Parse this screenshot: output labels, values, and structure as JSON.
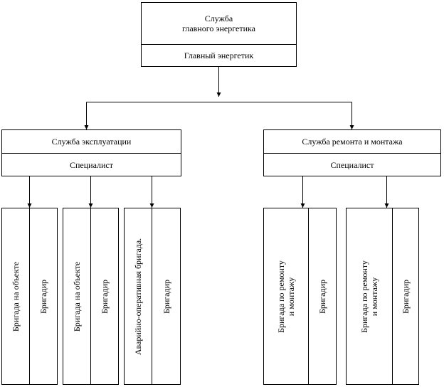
{
  "top": {
    "title": "Служба\nглавного энергетика",
    "role": "Главный энергетик"
  },
  "services": [
    {
      "title": "Служба эксплуатации",
      "role": "Специалист",
      "brigades": [
        {
          "name": "Бригада на объекте",
          "lead": "Бригадир"
        },
        {
          "name": "Бригада на объекте",
          "lead": "Бригадир"
        },
        {
          "name": "Аварийно-оперативная бригада.",
          "lead": "Бригадир"
        }
      ]
    },
    {
      "title": "Служба ремонта и монтажа",
      "role": "Специалист",
      "brigades": [
        {
          "name": "Бригада по ремонту\nи монтажу",
          "lead": "Бригадир"
        },
        {
          "name": "Бригада по ремонту\nи монтажу",
          "lead": "Бригадир"
        }
      ]
    }
  ]
}
